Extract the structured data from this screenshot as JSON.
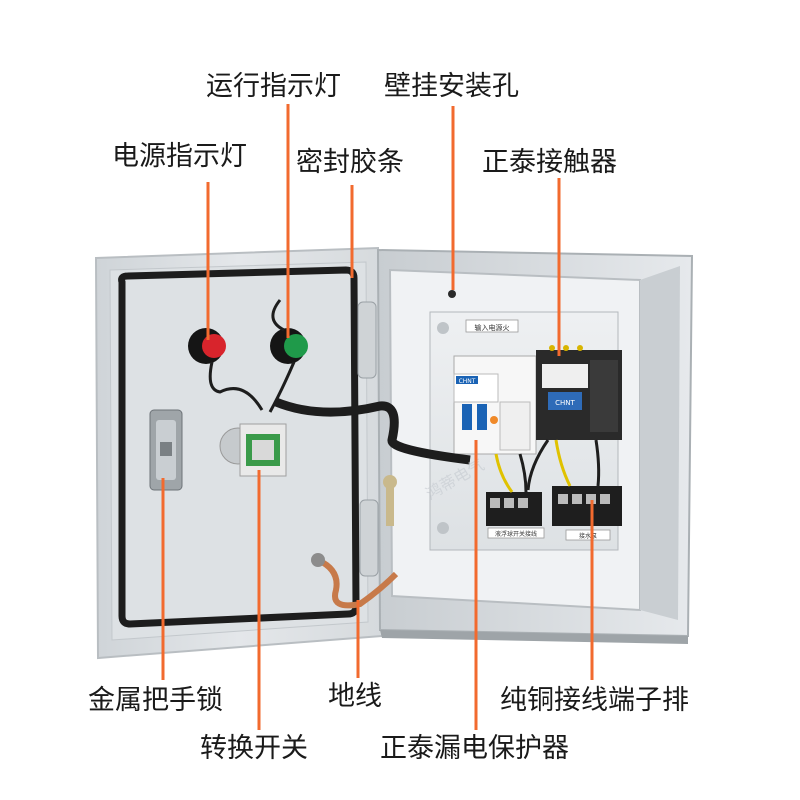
{
  "labels": {
    "run_indicator": "运行指示灯",
    "wall_mount_hole": "壁挂安装孔",
    "power_indicator": "电源指示灯",
    "seal_strip": "密封胶条",
    "contactor": "正泰接触器",
    "metal_handle_lock": "金属把手锁",
    "ground_wire": "地线",
    "copper_terminal_block": "纯铜接线端子排",
    "selector_switch": "转换开关",
    "leakage_protector": "正泰漏电保护器"
  },
  "panel_texts": {
    "breaker_brand": "CHNT",
    "contactor_brand": "CHNT",
    "top_tag": "输入电源火",
    "left_terminal_tag": "液浮球开关接线",
    "right_terminal_tag": "接水泵",
    "watermark": "鸿蒂电气"
  },
  "colors": {
    "leader_line": "#f26a2e",
    "cabinet": "#dfe3e6",
    "red_lamp": "#d8242c",
    "green_lamp": "#1f9a4a"
  }
}
